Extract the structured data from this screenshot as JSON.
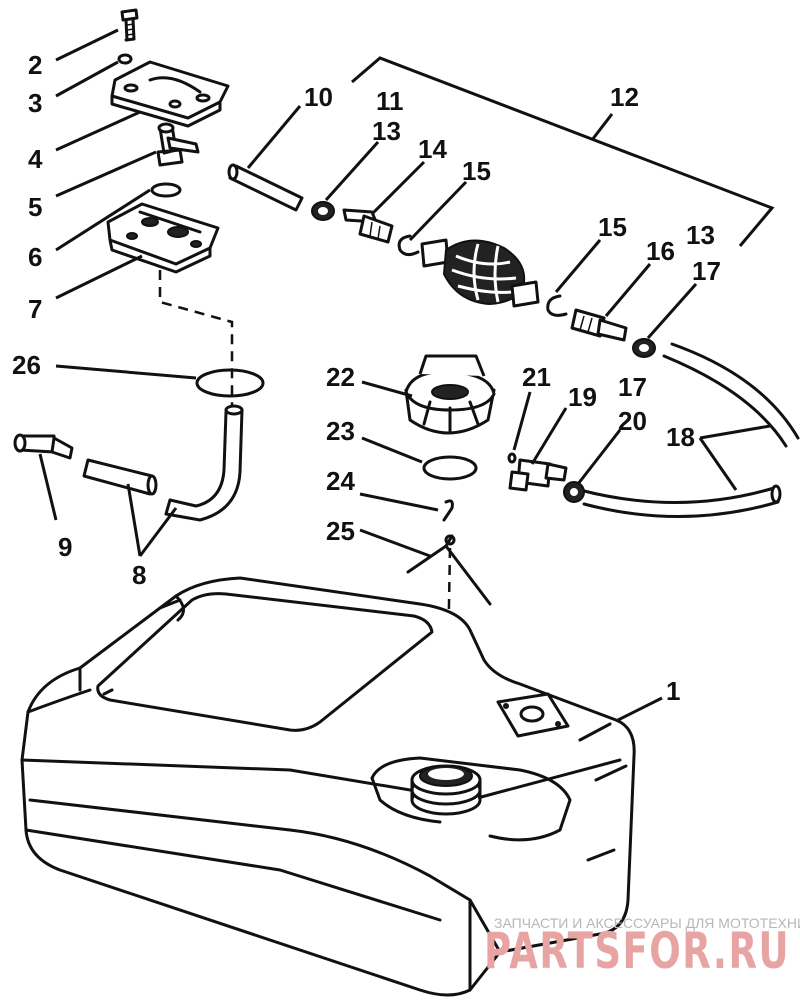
{
  "callouts": {
    "c1": "1",
    "c2": "2",
    "c3": "3",
    "c4": "4",
    "c5": "5",
    "c6": "6",
    "c7": "7",
    "c8": "8",
    "c9": "9",
    "c10": "10",
    "c11": "11",
    "c12": "12",
    "c13a": "13",
    "c13b": "13",
    "c14": "14",
    "c15a": "15",
    "c15b": "15",
    "c16": "16",
    "c17a": "17",
    "c17b": "17",
    "c18": "18",
    "c19": "19",
    "c20": "20",
    "c21": "21",
    "c22": "22",
    "c23": "23",
    "c24": "24",
    "c25": "25",
    "c26": "26"
  },
  "watermark": {
    "tagline": "ЗАПЧАСТИ И АКСЕССУАРЫ ДЛЯ МОТОТЕХНИКИ",
    "brand": "PARTSFOR.RU"
  },
  "colors": {
    "line": "#111111",
    "watermark_brand": "#e8a3a3",
    "watermark_text": "#b7b7b7"
  }
}
